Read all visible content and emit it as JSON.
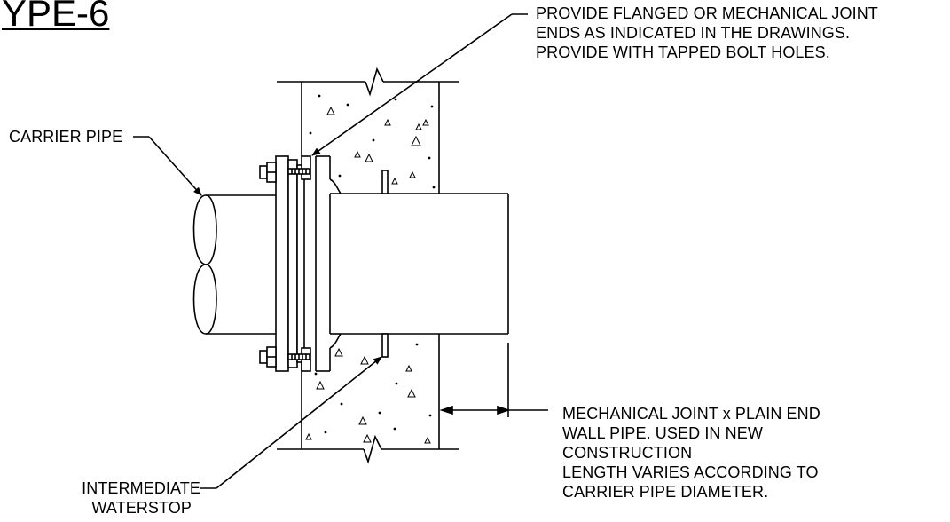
{
  "title": "YPE-6",
  "callouts": {
    "flanged": {
      "lines": [
        "PROVIDE FLANGED OR MECHANICAL JOINT",
        "ENDS AS INDICATED IN THE DRAWINGS.",
        "PROVIDE WITH TAPPED BOLT HOLES."
      ]
    },
    "carrier_pipe": {
      "label": "CARRIER PIPE"
    },
    "waterstop": {
      "lines": [
        "INTERMEDIATE",
        "WATERSTOP"
      ]
    },
    "wall_pipe": {
      "lines": [
        "MECHANICAL JOINT x PLAIN END",
        "WALL PIPE. USED IN NEW",
        "CONSTRUCTION",
        "LENGTH VARIES ACCORDING TO",
        "CARRIER PIPE DIAMETER."
      ]
    }
  }
}
